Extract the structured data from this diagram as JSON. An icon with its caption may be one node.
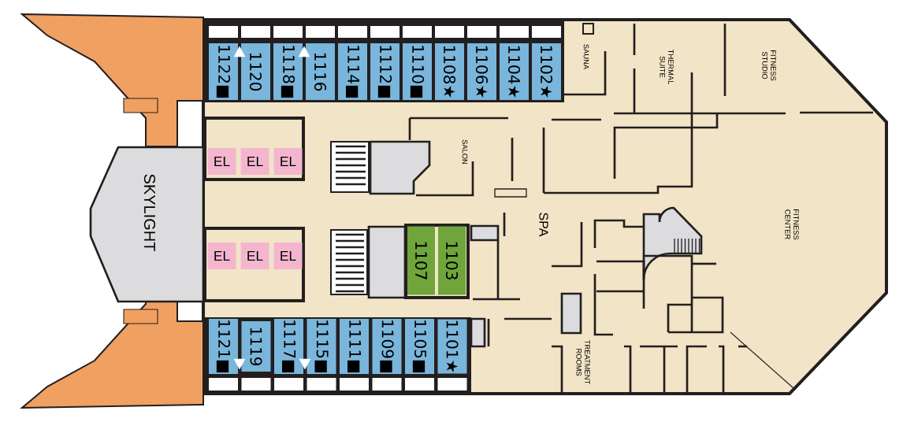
{
  "diagram": {
    "nodes": [
      {
        "text": [
          "SKYLIGHT"
        ]
      },
      {
        "text": [
          "EL"
        ]
      },
      {
        "text": [
          "EL"
        ]
      },
      {
        "text": [
          "EL"
        ]
      },
      {
        "text": [
          "EL"
        ]
      },
      {
        "text": [
          "EL"
        ]
      },
      {
        "text": [
          "EL"
        ]
      },
      {
        "text": [
          "1122■"
        ]
      },
      {
        "text": [
          "1120"
        ]
      },
      {
        "text": [
          "1118■"
        ]
      },
      {
        "text": [
          "1116"
        ]
      },
      {
        "text": [
          "1114■"
        ]
      },
      {
        "text": [
          "1112■"
        ]
      },
      {
        "text": [
          "1110■"
        ]
      },
      {
        "text": [
          "1108★"
        ]
      },
      {
        "text": [
          "1106★"
        ]
      },
      {
        "text": [
          "1104★"
        ]
      },
      {
        "text": [
          "1102★"
        ]
      },
      {
        "text": [
          "1107"
        ]
      },
      {
        "text": [
          "1103"
        ]
      },
      {
        "text": [
          "1121■"
        ]
      },
      {
        "text": [
          "1119"
        ]
      },
      {
        "text": [
          "1117■"
        ]
      },
      {
        "text": [
          "1115■"
        ]
      },
      {
        "text": [
          "1111■"
        ]
      },
      {
        "text": [
          "1109■"
        ]
      },
      {
        "text": [
          "1105■"
        ]
      },
      {
        "text": [
          "1101★"
        ]
      }
    ],
    "labels": [
      "SAUNA",
      "THERMAL SUITE",
      "FITNESS STUDIO",
      "SALON",
      "SPA",
      "FITNESS CENTER",
      "TREATMENT ROOMS"
    ]
  }
}
